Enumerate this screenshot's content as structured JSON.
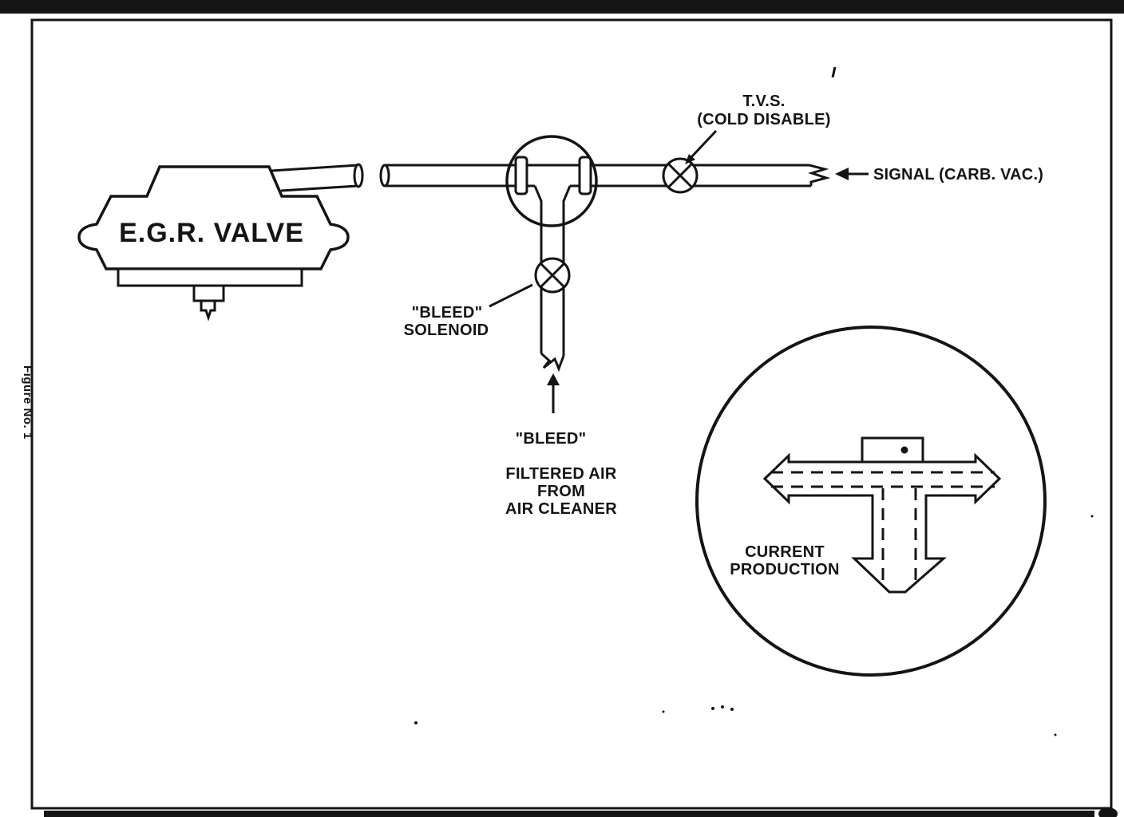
{
  "figure_number": "Figure No. 1",
  "egr_valve": {
    "label": "E.G.R. VALVE"
  },
  "tvs": {
    "line1": "T.V.S.",
    "line2": "(COLD DISABLE)"
  },
  "signal": {
    "label": "SIGNAL (CARB. VAC.)"
  },
  "bleed_solenoid": {
    "line1": "\"BLEED\"",
    "line2": "SOLENOID"
  },
  "bleed_port": {
    "label": "\"BLEED\""
  },
  "filtered_air": {
    "line1": "FILTERED AIR",
    "line2": "FROM",
    "line3": "AIR CLEANER"
  },
  "current_production": {
    "line1": "CURRENT",
    "line2": "PRODUCTION"
  },
  "colors": {
    "ink": "#141414",
    "paper": "#ffffff"
  }
}
